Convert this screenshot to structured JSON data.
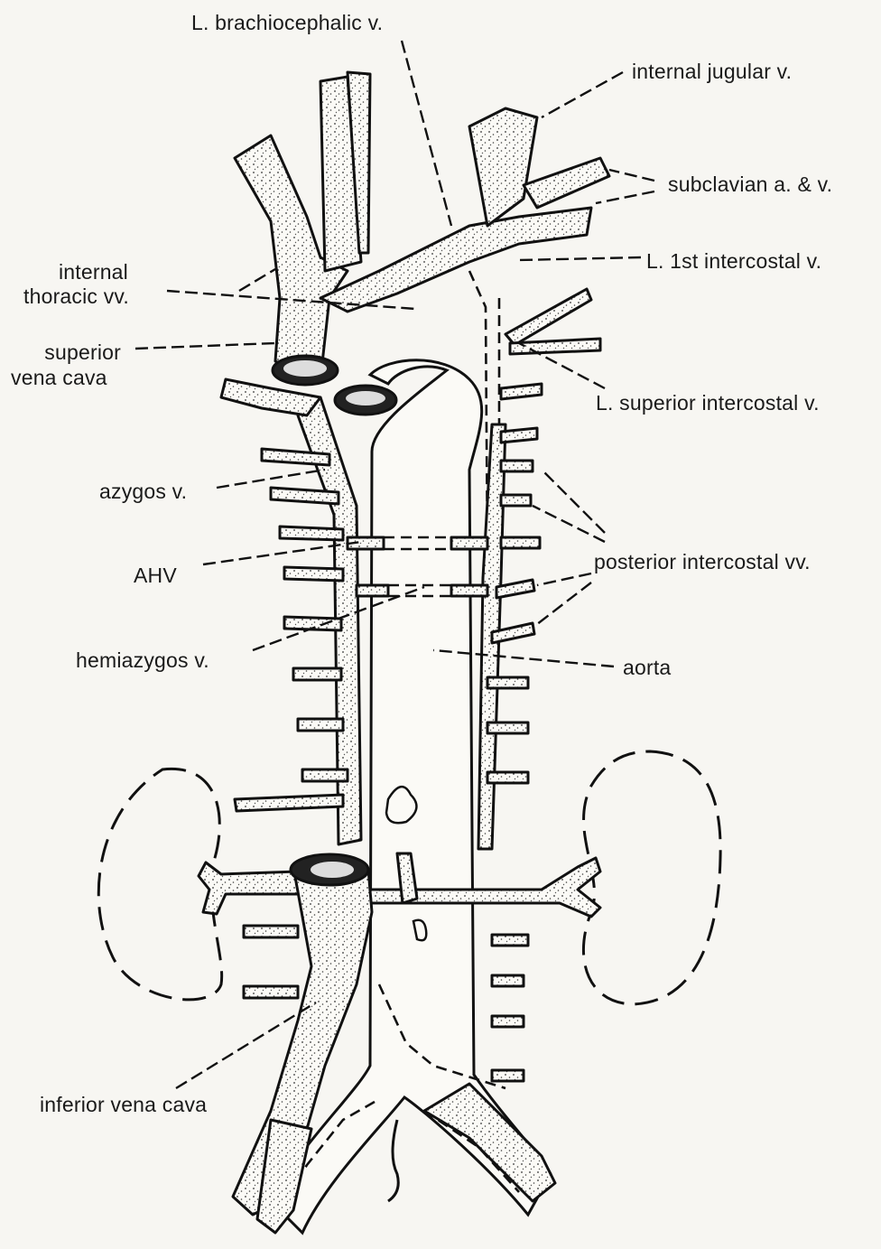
{
  "figure": {
    "labels": {
      "l_brachiocephalic": "L. brachiocephalic v.",
      "internal_jugular": "internal jugular v.",
      "subclavian": "subclavian a. & v.",
      "l_first_intercostal": "L. 1st intercostal v.",
      "internal_thoracic_1": "internal",
      "internal_thoracic_2": "thoracic vv.",
      "superior_vena_cava_1": "superior",
      "superior_vena_cava_2": "vena cava",
      "l_superior_intercostal": "L. superior intercostal v.",
      "azygos": "azygos v.",
      "ahv": "AHV",
      "posterior_intercostal": "posterior intercostal vv.",
      "hemiazygos": "hemiazygos v.",
      "aorta": "aorta",
      "inferior_vena_cava": "inferior vena cava"
    }
  }
}
